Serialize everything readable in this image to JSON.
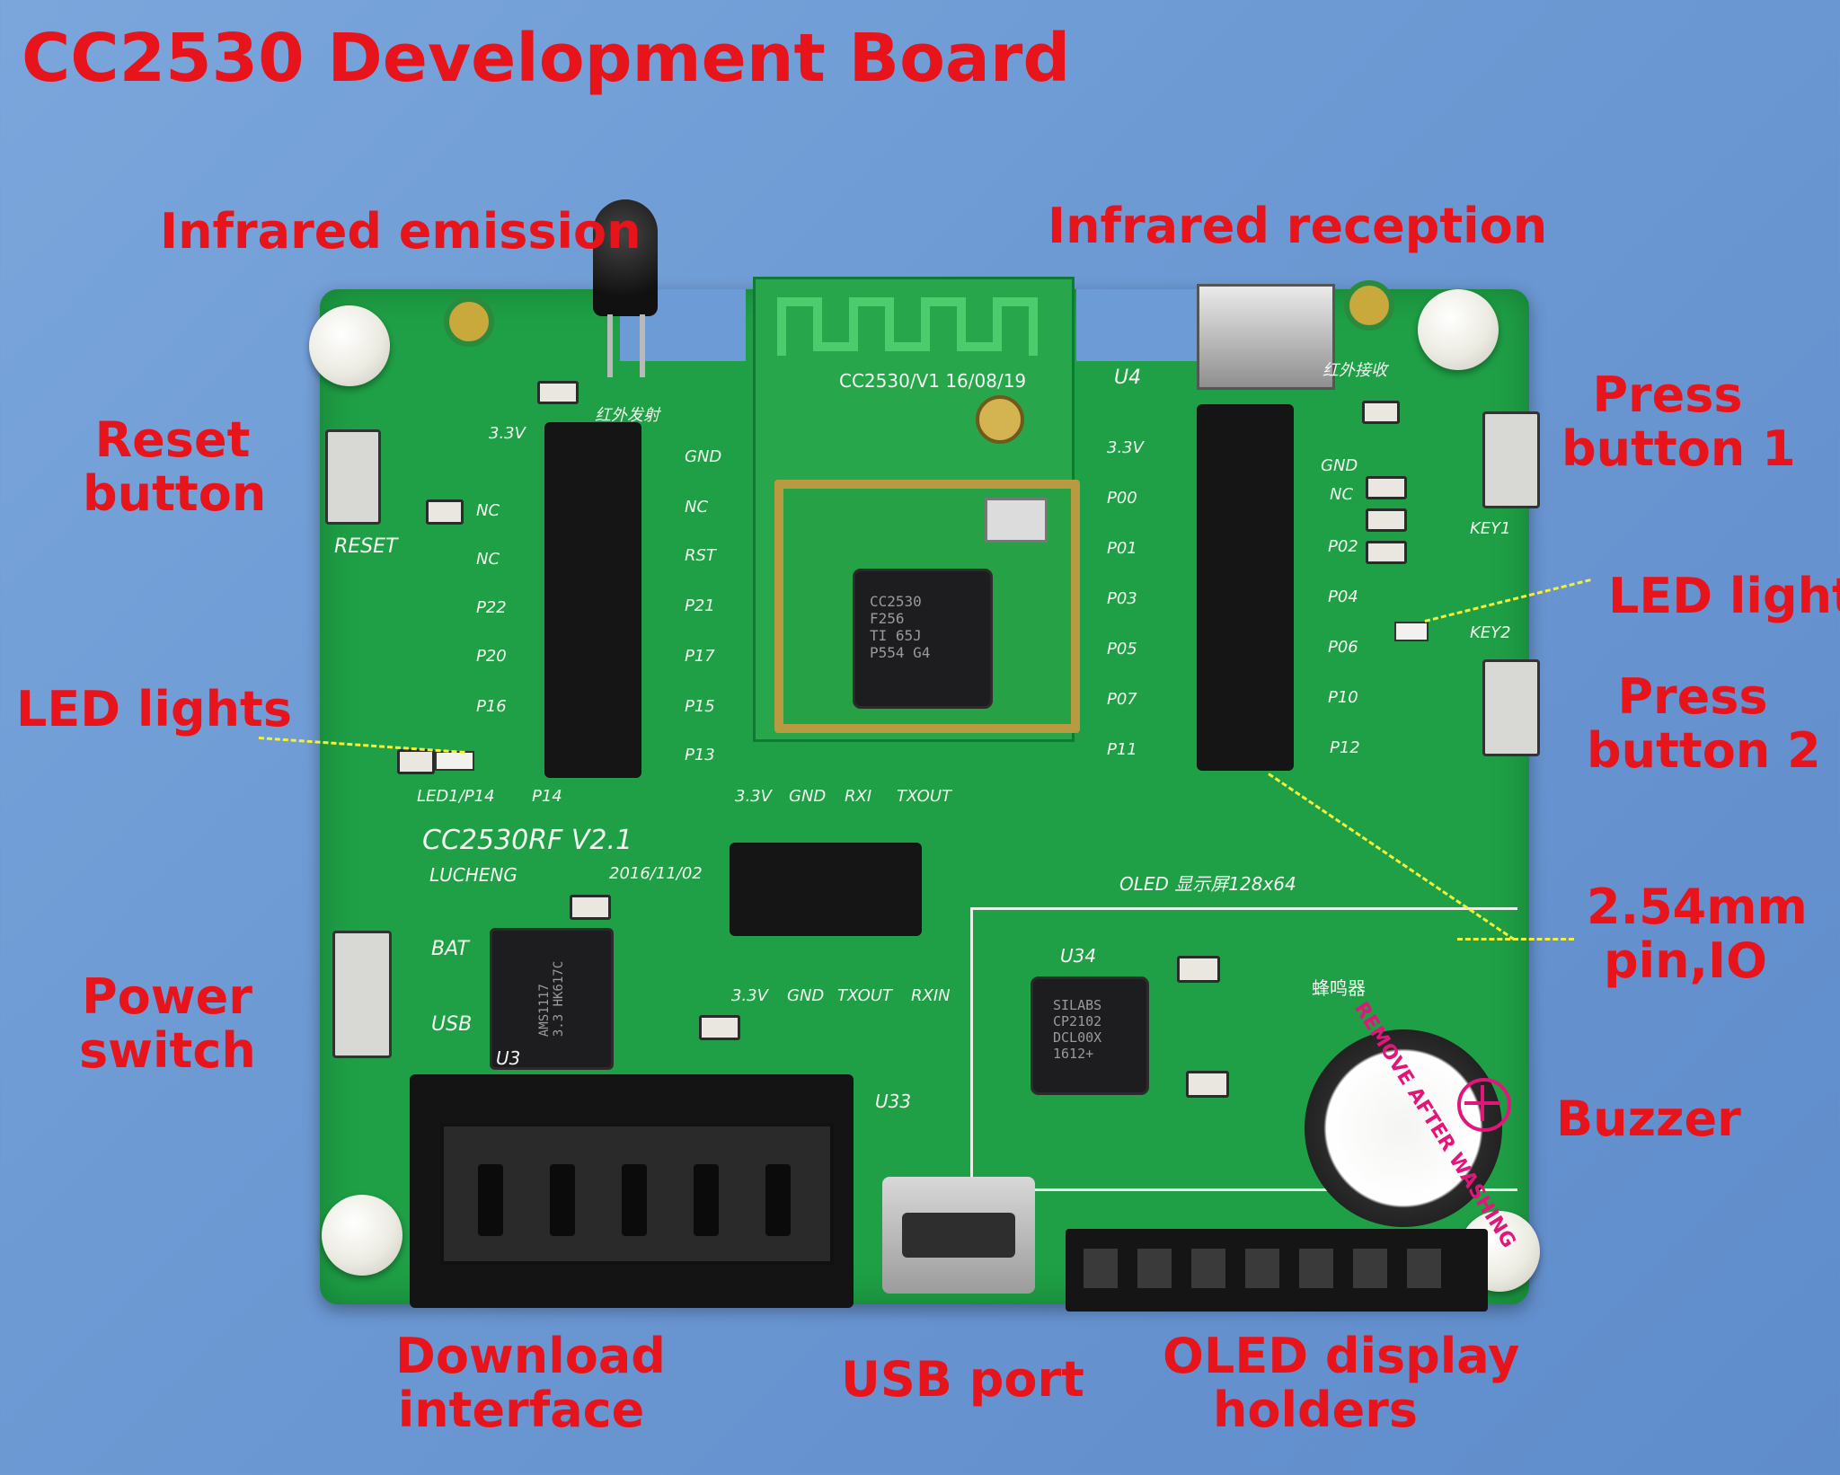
{
  "title": "CC2530 Development Board",
  "callouts": {
    "infrared_emission": "Infrared emission",
    "infrared_reception": "Infrared reception",
    "reset_button_line1": "Reset",
    "reset_button_line2": "button",
    "press_button_1_line1": "Press",
    "press_button_1_line2": "button 1",
    "led_lights_right": "LED lights",
    "press_button_2_line1": "Press",
    "press_button_2_line2": "button 2",
    "led_lights_left": "LED lights",
    "pin_io_line1": "2.54mm",
    "pin_io_line2": "pin,IO",
    "power_switch_line1": "Power",
    "power_switch_line2": "switch",
    "buzzer": "Buzzer",
    "download_interface_line1": "Download",
    "download_interface_line2": "interface",
    "usb_port": "USB port",
    "oled_holders_line1": "OLED display",
    "oled_holders_line2": "holders"
  },
  "silkscreen": {
    "module_label": "CC2530/V1  16/08/19",
    "board_name": "CC2530RF  V2.1",
    "maker": "LUCHENG",
    "date": "2016/11/02",
    "reset": "RESET",
    "bat": "BAT",
    "usb": "USB",
    "oled_label": "OLED 显示屏128x64",
    "buzzer_cn": "蜂鸣器",
    "ir_tx_cn": "红外发射",
    "ir_rx_cn": "红外接收",
    "u4": "U4",
    "u3": "U3",
    "u33": "U33",
    "u34": "U34",
    "key1": "KEY1",
    "key2": "KEY2",
    "led1": "LED1/P14",
    "left_header": [
      "3.3V",
      "NC",
      "NC",
      "P22",
      "P20",
      "P16",
      "P14"
    ],
    "left_header_right": [
      "GND",
      "NC",
      "RST",
      "P21",
      "P17",
      "P15",
      "P13"
    ],
    "right_header": [
      "3.3V",
      "P00",
      "P01",
      "P03",
      "P05",
      "P07",
      "P11"
    ],
    "right_header_right": [
      "GND",
      "NC",
      "P02",
      "P04",
      "P06",
      "P10",
      "P12"
    ],
    "serial_top": [
      "3.3V",
      "GND",
      "RXI",
      "TXOUT"
    ],
    "serial_bottom": [
      "3.3V",
      "GND",
      "TXOUT",
      "RXIN"
    ]
  },
  "chips": {
    "cc2530": "CC2530\nF256\nTI 65J\nP554 G4",
    "cp2102": "SILABS\nCP2102\nDCL00X\n1612+",
    "ams1117": "AMS1117\n3.3 HK617C"
  },
  "buzzer_sticker": "REMOVE AFTER WASHING",
  "colors": {
    "label_red": "#e8141b",
    "pcb_green": "#1fa046",
    "background_blue": "#6d9bd6",
    "arrow_yellow": "#f2f13a"
  }
}
